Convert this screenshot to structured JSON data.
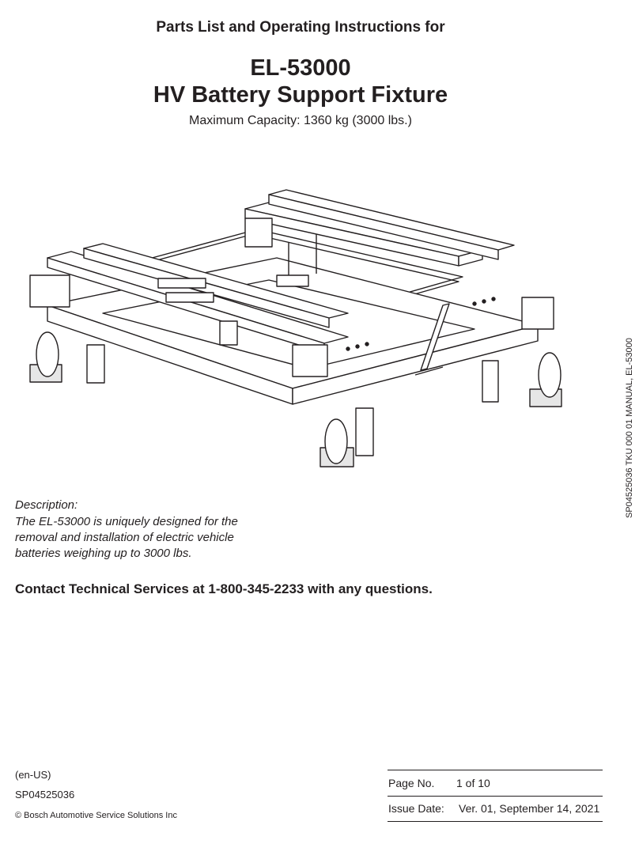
{
  "header": {
    "subtitle": "Parts List and Operating Instructions for",
    "model": "EL-53000",
    "product": "HV Battery Support Fixture",
    "capacity": "Maximum Capacity: 1360 kg (3000 lbs.)"
  },
  "side_note": "SP04525036 TKU 000 01 MANUAL, EL-53000",
  "description": {
    "label": "Description:",
    "text": "The EL-53000 is uniquely designed for the removal and installation of electric vehicle batteries weighing up to 3000 lbs."
  },
  "contact": "Contact Technical Services at 1-800-345-2233 with any questions.",
  "footer": {
    "locale": "(en-US)",
    "part_number": "SP04525036",
    "copyright": "© Bosch Automotive Service Solutions Inc",
    "page_label": "Page No.",
    "page_value": "1 of 10",
    "issue_label": "Issue Date:",
    "issue_value": "Ver. 01,  September 14, 2021"
  }
}
